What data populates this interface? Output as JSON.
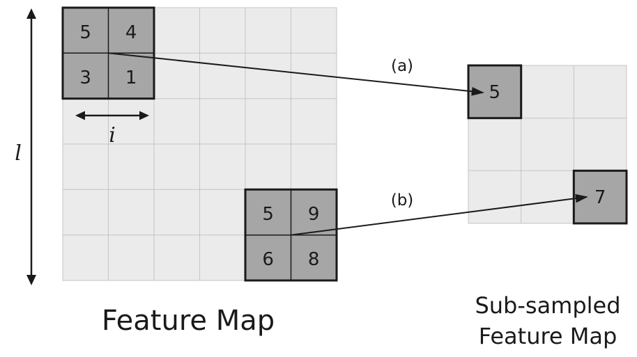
{
  "feature_map": {
    "caption": "Feature Map",
    "pool_a": [
      "5",
      "4",
      "3",
      "1"
    ],
    "pool_b": [
      "5",
      "9",
      "6",
      "8"
    ]
  },
  "subsampled_map": {
    "caption_line1": "Sub-sampled",
    "caption_line2": "Feature Map",
    "cell_a": "5",
    "cell_b": "7"
  },
  "arrows": {
    "a_label": "(a)",
    "b_label": "(b)"
  },
  "dimensions": {
    "height_label": "l",
    "width_label": "i"
  },
  "colors": {
    "grid_fill": "#ebebeb",
    "grid_line": "#c4c4c4",
    "highlight_fill": "#a6a6a6",
    "highlight_stroke": "#1a1a1a",
    "text": "#1a1a1a"
  }
}
